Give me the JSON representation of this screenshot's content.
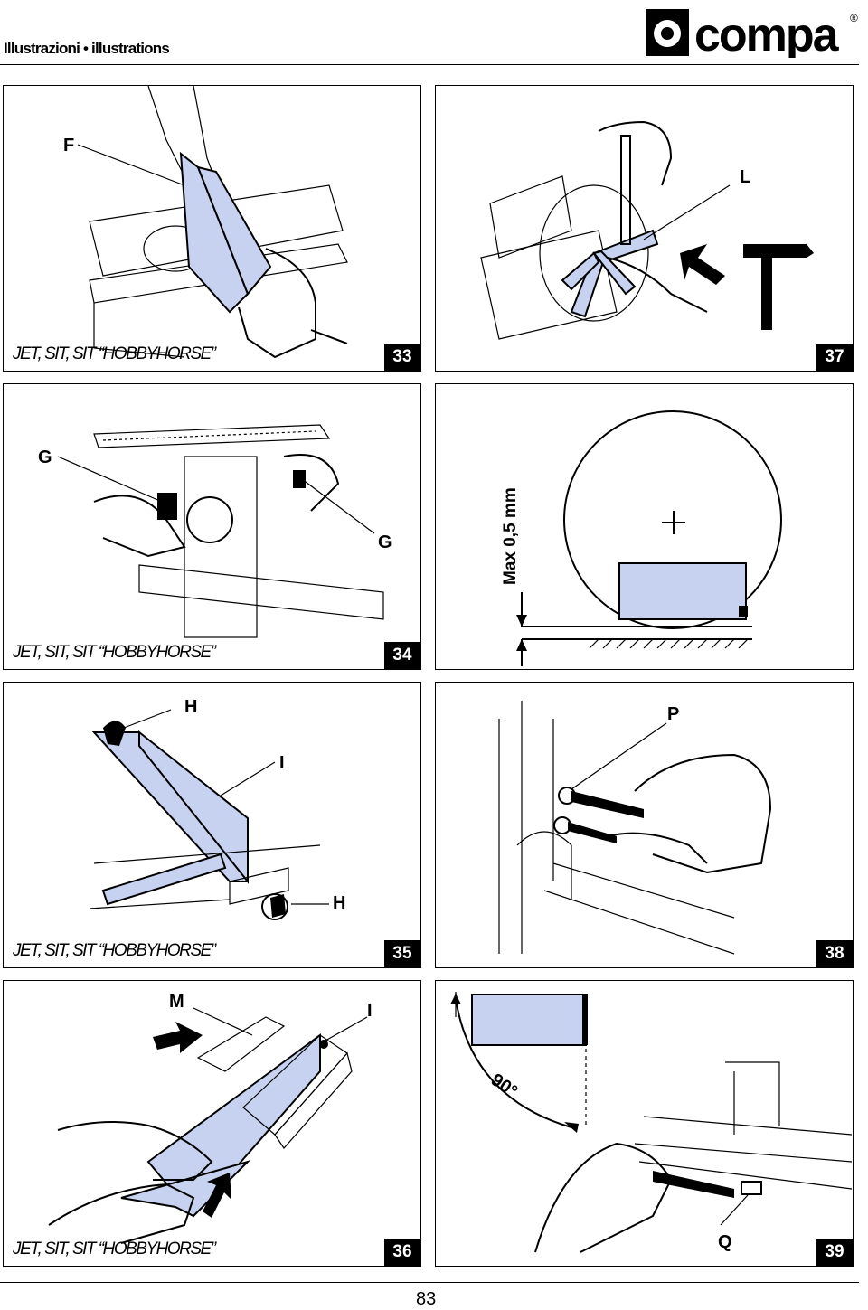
{
  "header": {
    "title": "Illustrazioni • illustrations",
    "logo_text": "compa",
    "logo_mark": "®"
  },
  "panels": {
    "p33": {
      "labels": [
        "F"
      ],
      "caption": "JET, SIT, SIT “HOBBYHORSE”",
      "number": "33"
    },
    "p37": {
      "labels": [
        "L"
      ],
      "number": "37"
    },
    "p34": {
      "labels": [
        "G",
        "G"
      ],
      "caption": "JET, SIT, SIT “HOBBYHORSE”",
      "number": "34"
    },
    "p_max": {
      "measure": "Max 0,5 mm"
    },
    "p35": {
      "labels": [
        "H",
        "I",
        "H"
      ],
      "caption": "JET, SIT, SIT “HOBBYHORSE”",
      "number": "35"
    },
    "p38": {
      "labels": [
        "P"
      ],
      "number": "38"
    },
    "p36": {
      "labels": [
        "M",
        "I"
      ],
      "caption": "JET, SIT, SIT “HOBBYHORSE”",
      "number": "36"
    },
    "p39": {
      "labels": [
        "Q"
      ],
      "angle": "90°",
      "number": "39"
    }
  },
  "footer": {
    "page": "83"
  },
  "colors": {
    "highlight": "#c7d2f0",
    "ink": "#000000"
  }
}
